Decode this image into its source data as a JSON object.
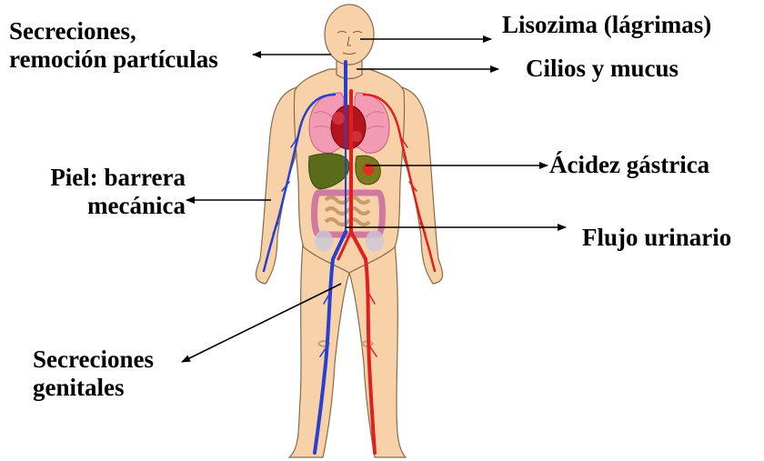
{
  "labels": {
    "secretions_left": {
      "line1": "Secreciones,",
      "line2": "remoción partículas"
    },
    "lysozyme": "Lisozima (lágrimas)",
    "cilia": "Cilios y mucus",
    "skin": {
      "line1": "Piel: barrera",
      "line2": "mecánica"
    },
    "gastric": "Ácidez gástrica",
    "urinary": "Flujo urinario",
    "genital": {
      "line1": "Secreciones",
      "line2": "genitales"
    }
  },
  "colors": {
    "skin": "#f7d1a8",
    "skin_outline": "#8a6a4a",
    "artery": "#e0201e",
    "vein": "#2a3fd0",
    "lungs": "#f29bb3",
    "heart": "#b5141f",
    "liver": "#5a6b1a",
    "intestine": "#d07aa0",
    "small_intestine": "#c99a6a",
    "arrow": "#000000"
  },
  "icons": [
    "human-body-figure",
    "arrow-icon"
  ]
}
